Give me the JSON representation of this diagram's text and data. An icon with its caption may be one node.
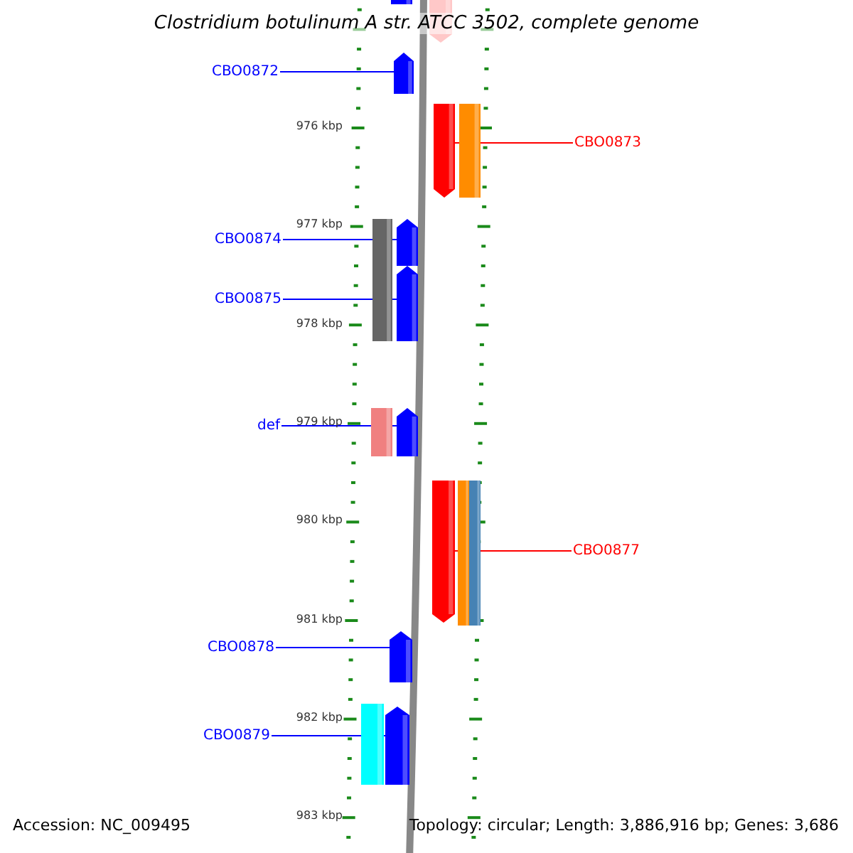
{
  "diagram": {
    "title": "Clostridium botulinum A str. ATCC 3502, complete genome",
    "nodes": [
      {
        "text": [
          "CBO0872"
        ]
      },
      {
        "text": [],
        "shape": "pentagon"
      },
      {
        "text": [
          "CBO0873"
        ]
      },
      {
        "text": [],
        "shape": "pentagon"
      },
      {
        "text": [
          "CBO0874"
        ]
      },
      {
        "text": [],
        "shape": "pentagon"
      },
      {
        "text": [
          "CBO0875"
        ]
      },
      {
        "text": [],
        "shape": "pentagon"
      },
      {
        "text": [
          "def"
        ]
      },
      {
        "text": [],
        "shape": "pentagon"
      },
      {
        "text": [
          "CBO0877"
        ]
      },
      {
        "text": [],
        "shape": "pentagon"
      },
      {
        "text": [
          "CBO0878"
        ]
      },
      {
        "text": [],
        "shape": "pentagon"
      },
      {
        "text": [
          "CBO0879"
        ]
      },
      {
        "text": [],
        "shape": "pentagon"
      }
    ],
    "edges": [
      {
        "from": 0,
        "to": 1,
        "arrow": "none"
      },
      {
        "from": 2,
        "to": 3,
        "arrow": "none",
        "color": "#ff0000"
      },
      {
        "from": 4,
        "to": 5,
        "arrow": "none"
      },
      {
        "from": 6,
        "to": 7,
        "arrow": "none"
      },
      {
        "from": 8,
        "to": 9,
        "arrow": "none"
      },
      {
        "from": 10,
        "to": 11,
        "arrow": "none",
        "color": "#ff0000"
      },
      {
        "from": 12,
        "to": 13,
        "arrow": "none"
      },
      {
        "from": 14,
        "to": 15,
        "arrow": "none"
      }
    ],
    "labels": [
      "976 kbp",
      "977 kbp",
      "978 kbp",
      "979 kbp",
      "980 kbp",
      "981 kbp",
      "982 kbp",
      "983 kbp",
      "Accession: NC_009495",
      "Topology: circular; Length: 3,886,916 bp; Genes: 3,686"
    ]
  }
}
